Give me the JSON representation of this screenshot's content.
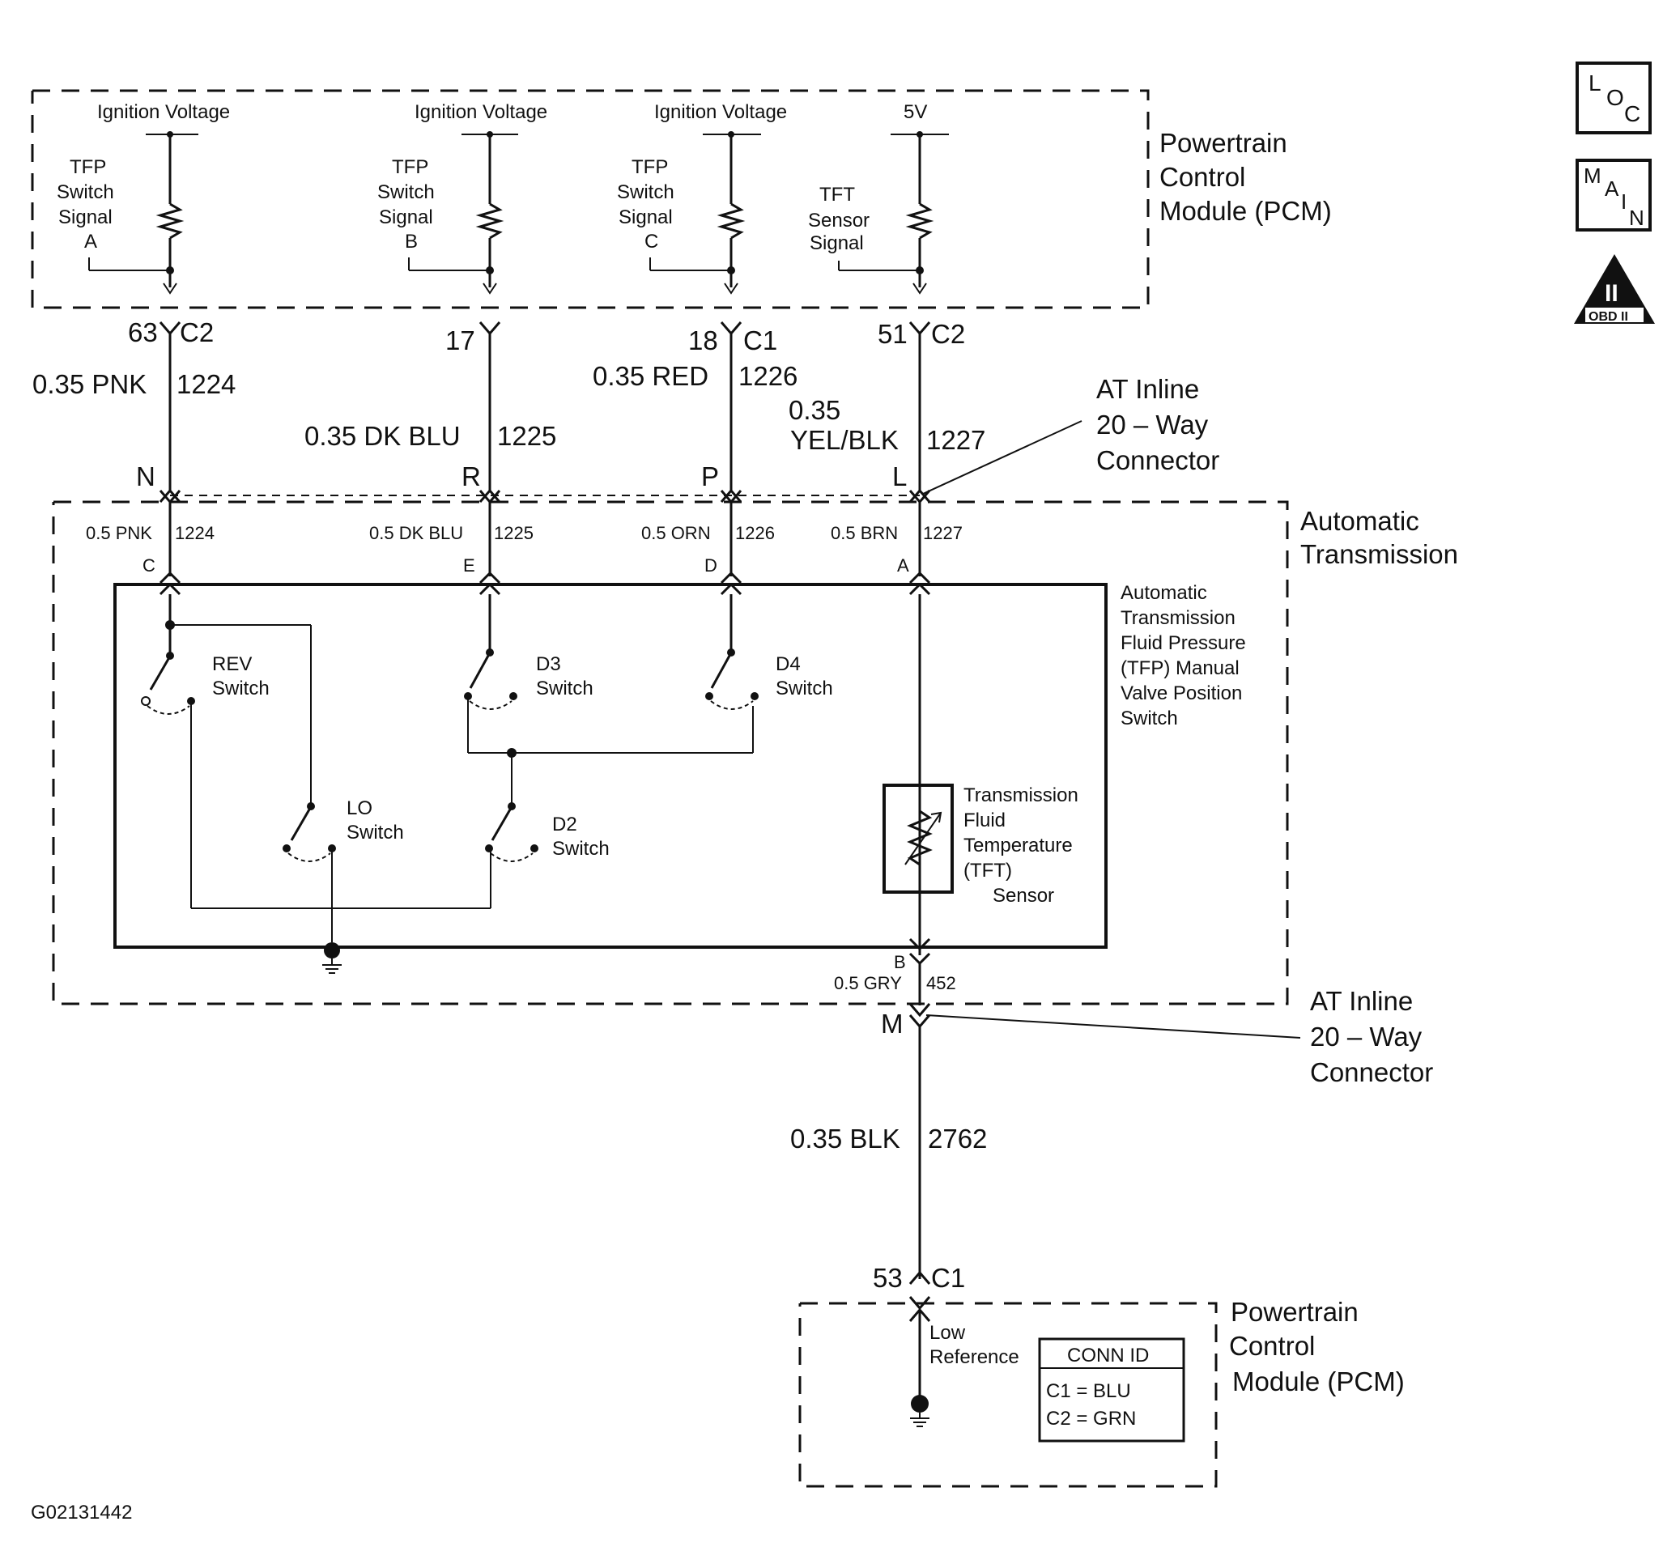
{
  "pcm_top": {
    "title": "Powertrain Control Module (PCM)",
    "title_lines": [
      "Powertrain",
      "Control",
      "Module (PCM)"
    ],
    "supplies": [
      "Ignition Voltage",
      "Ignition Voltage",
      "Ignition Voltage",
      "5V"
    ],
    "signal_labels": [
      [
        "TFP",
        "Switch",
        "Signal",
        "A"
      ],
      [
        "TFP",
        "Switch",
        "Signal",
        "B"
      ],
      [
        "TFP",
        "Switch",
        "Signal",
        "C"
      ],
      [
        "TFT",
        "Sensor",
        "Signal"
      ]
    ]
  },
  "pcm_pins": [
    {
      "pin": "63",
      "conn": "C2"
    },
    {
      "pin": "17",
      "conn": ""
    },
    {
      "pin": "18",
      "conn": "C1"
    },
    {
      "pin": "51",
      "conn": "C2"
    }
  ],
  "upper_wires": [
    {
      "color": "0.35 PNK",
      "circuit": "1224"
    },
    {
      "color": "0.35 DK BLU",
      "circuit": "1225"
    },
    {
      "color": "0.35 RED",
      "circuit": "1226"
    },
    {
      "color_lines": [
        "0.35",
        "YEL/BLK"
      ],
      "circuit": "1227"
    }
  ],
  "inline_connector": {
    "title_lines": [
      "AT Inline",
      "20 – Way",
      "Connector"
    ],
    "pins_top": [
      "N",
      "R",
      "P",
      "L"
    ],
    "pin_bottom": "M"
  },
  "transmission": {
    "title_lines": [
      "Automatic",
      "Transmission"
    ],
    "wires": [
      {
        "color": "0.5 PNK",
        "circuit": "1224",
        "pin": "C"
      },
      {
        "color": "0.5 DK BLU",
        "circuit": "1225",
        "pin": "E"
      },
      {
        "color": "0.5 ORN",
        "circuit": "1226",
        "pin": "D"
      },
      {
        "color": "0.5 BRN",
        "circuit": "1227",
        "pin": "A"
      }
    ],
    "switch_assembly_lines": [
      "Automatic",
      "Transmission",
      "Fluid Pressure",
      "(TFP) Manual",
      "Valve Position",
      "Switch"
    ],
    "switches": [
      [
        "REV",
        "Switch"
      ],
      [
        "D3",
        "Switch"
      ],
      [
        "D4",
        "Switch"
      ],
      [
        "LO",
        "Switch"
      ],
      [
        "D2",
        "Switch"
      ]
    ],
    "tft_sensor_lines": [
      "Transmission",
      "Fluid",
      "Temperature",
      "(TFT)",
      "Sensor"
    ],
    "bottom_pin": "B",
    "bottom_wire": {
      "color": "0.5 GRY",
      "circuit": "452"
    }
  },
  "lower_wire": {
    "color": "0.35 BLK",
    "circuit": "2762"
  },
  "pcm_bottom": {
    "pin": "53",
    "conn": "C1",
    "title_lines": [
      "Powertrain",
      "Control",
      "Module (PCM)"
    ],
    "low_ref_lines": [
      "Low",
      "Reference"
    ],
    "conn_id": {
      "header": "CONN ID",
      "rows": [
        "C1 = BLU",
        "C2 = GRN"
      ]
    }
  },
  "legend_icons": [
    {
      "icon": "loc-icon",
      "letters": [
        "L",
        "O",
        "C"
      ]
    },
    {
      "icon": "main-icon",
      "letters": [
        "M",
        "A",
        "I",
        "N"
      ]
    },
    {
      "icon": "obd-ii-icon",
      "letters": [
        "II",
        "OBD II"
      ]
    }
  ],
  "figure_id": "G02131442"
}
